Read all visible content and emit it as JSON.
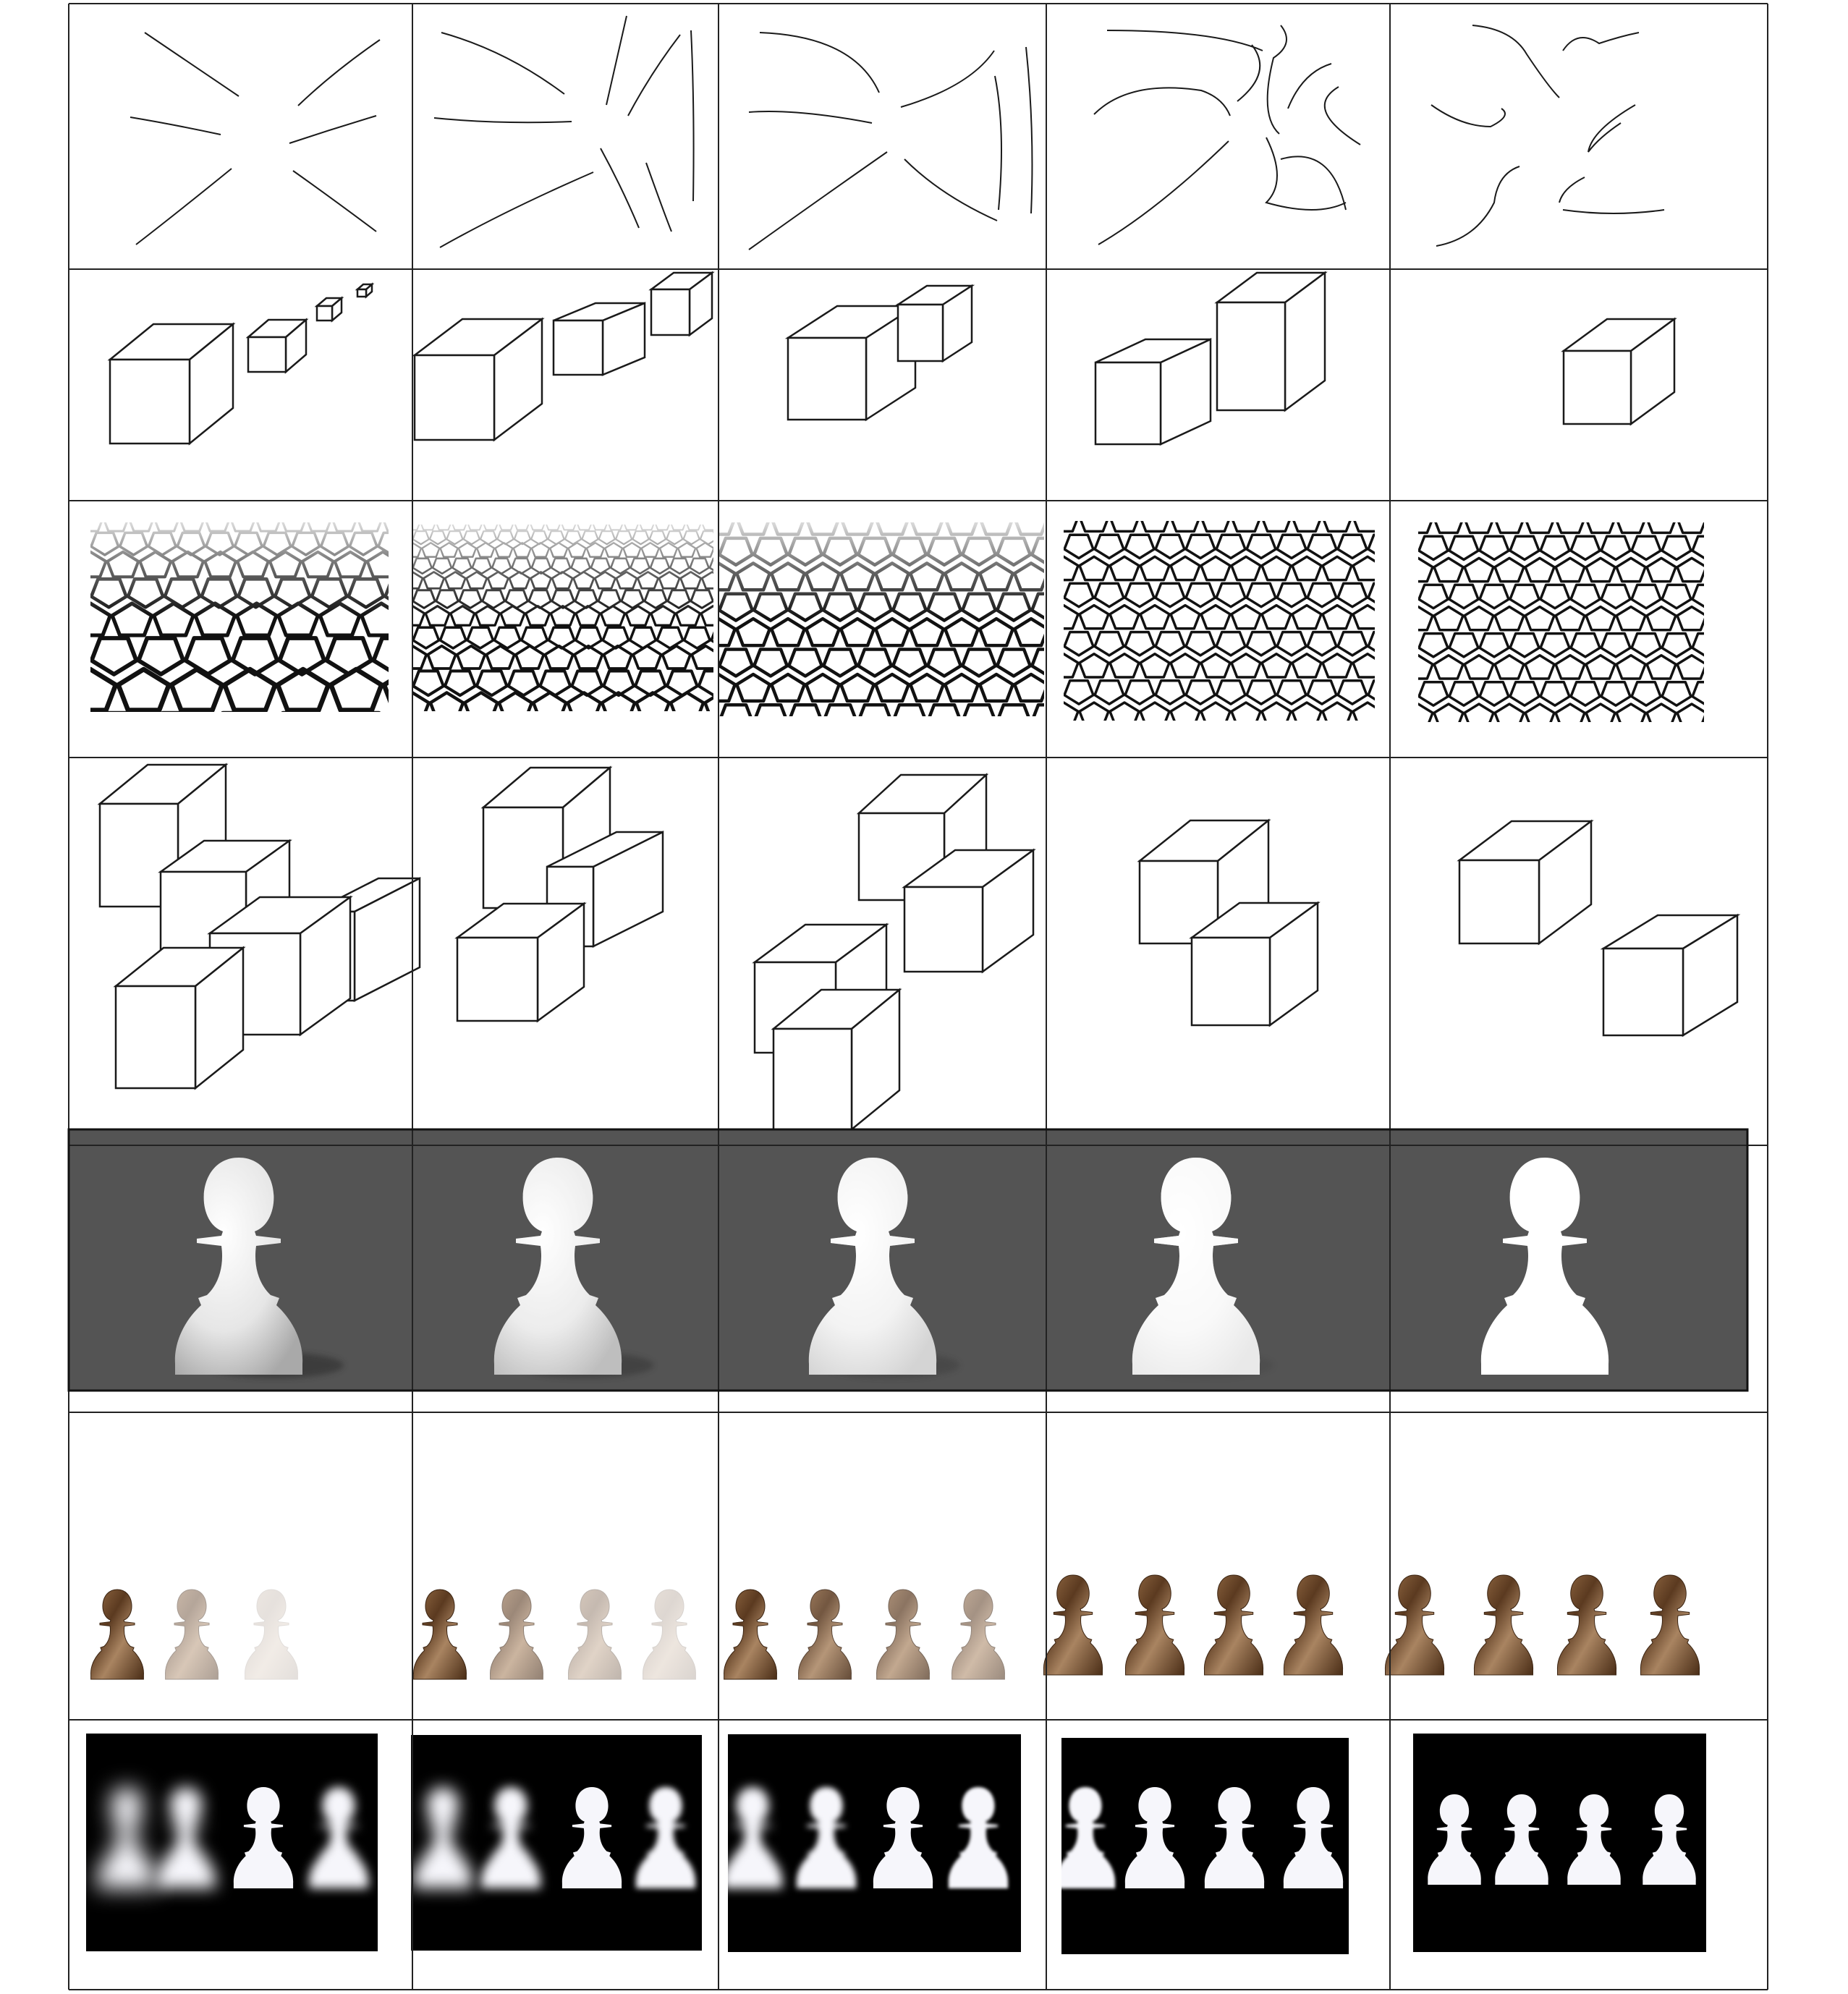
{
  "grid": {
    "columns": 5,
    "rows": [
      {
        "name": "line-strokes",
        "background": "white"
      },
      {
        "name": "cube-perspective",
        "background": "white"
      },
      {
        "name": "pentagon-tiling",
        "background": "white"
      },
      {
        "name": "overlapping-cubes",
        "background": "white"
      },
      {
        "name": "rendered-pawns",
        "background": "dark-gray"
      },
      {
        "name": "textured-pawn-sequence",
        "background": "white"
      },
      {
        "name": "pawn-silhouette-masks",
        "background": "black"
      }
    ]
  },
  "colors": {
    "line": "#1a1a1a",
    "grid": "#222222",
    "panel_dark": "#545454",
    "mask_bg": "#000000",
    "mask_fg": "#f6f6fb",
    "pawn_white": "#f2f2f2",
    "pawn_wood": "#7a5230"
  },
  "row_series": {
    "textured_pawn_opacity": [
      [
        1,
        0.45,
        0.15
      ],
      [
        1,
        0.6,
        0.35,
        0.2
      ],
      [
        1,
        0.85,
        0.7,
        0.55
      ],
      [
        1,
        1,
        1,
        1
      ],
      [
        1,
        1,
        1,
        1
      ]
    ],
    "pawn_render_shading": [
      1,
      0.75,
      0.5,
      0.25,
      0
    ],
    "mask_blur": [
      [
        12,
        9,
        0,
        6
      ],
      [
        10,
        6,
        0,
        4
      ],
      [
        6,
        3,
        0,
        2
      ],
      [
        1,
        0,
        0,
        0
      ],
      [
        0,
        0,
        0,
        0
      ]
    ]
  }
}
